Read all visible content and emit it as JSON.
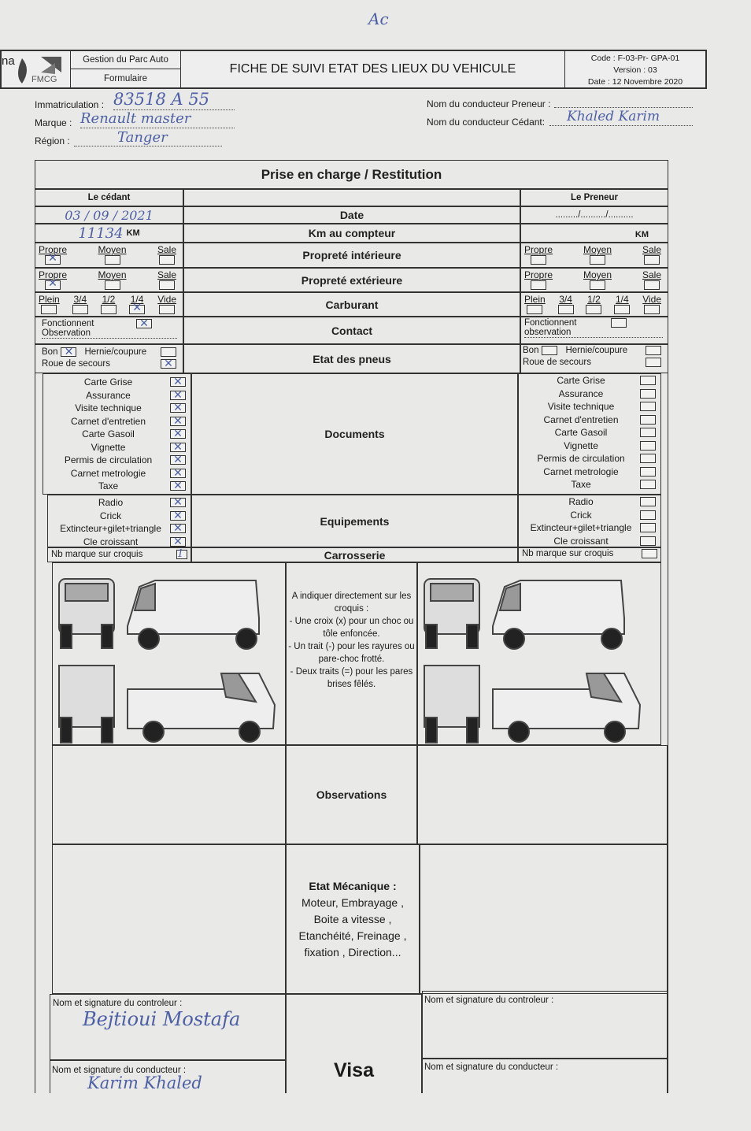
{
  "top_mark": "Ac",
  "header": {
    "logo_text": "FMCG",
    "logo_partial": "na",
    "dept": "Gestion du Parc Auto",
    "type": "Formulaire",
    "title": "FICHE DE SUIVI ETAT DES LIEUX DU VEHICULE",
    "code": "Code : F-03-Pr- GPA-01",
    "version": "Version : 03",
    "date": "Date : 12 Novembre 2020"
  },
  "vehicle": {
    "immat_label": "Immatriculation :",
    "immat_value": "83518 A 55",
    "marque_label": "Marque :",
    "marque_value": "Renault master",
    "region_label": "Région :",
    "region_value": "Tanger",
    "preneur_label": "Nom du conducteur Preneur :",
    "preneur_value": "",
    "cedant_label": "Nom du conducteur Cédant:",
    "cedant_value": "Khaled Karim"
  },
  "table": {
    "title": "Prise en charge / Restitution",
    "left_header": "Le cédant",
    "right_header": "Le Preneur",
    "rows": {
      "date": "Date",
      "km": "Km au compteur",
      "prop_int": "Propreté intérieure",
      "prop_ext": "Propreté extérieure",
      "carburant": "Carburant",
      "contact": "Contact",
      "pneus": "Etat des pneus",
      "documents": "Documents",
      "equipements": "Equipements",
      "carrosserie": "Carrosserie"
    },
    "left": {
      "date": "03 / 09 / 2021",
      "km_value": "11134",
      "km_unit": "KM",
      "observation": "Observation"
    },
    "right": {
      "date": "........./........../..........",
      "km_unit": "KM",
      "observation": "observation"
    },
    "clean_options": [
      "Propre",
      "Moyen",
      "Sale"
    ],
    "fuel_options": [
      "Plein",
      "3/4",
      "1/2",
      "1/4",
      "Vide"
    ],
    "fonctionnent": "Fonctionnent",
    "tyre": {
      "bon": "Bon",
      "hernie": "Hernie/coupure",
      "roue": "Roue de secours"
    },
    "left_checks": {
      "prop_int": [
        true,
        false,
        false
      ],
      "prop_ext": [
        true,
        false,
        false
      ],
      "fuel": [
        false,
        false,
        false,
        true,
        false
      ],
      "contact": true,
      "bon": true,
      "hernie": false,
      "roue": true
    },
    "documents": [
      {
        "label": "Carte Grise",
        "left": true
      },
      {
        "label": "Assurance",
        "left": true
      },
      {
        "label": "Visite technique",
        "left": true
      },
      {
        "label": "Carnet d'entretien",
        "left": true
      },
      {
        "label": "Carte Gasoil",
        "left": true
      },
      {
        "label": "Vignette",
        "left": true
      },
      {
        "label": "Permis de circulation",
        "left": true
      },
      {
        "label": "Carnet metrologie",
        "left": true
      },
      {
        "label": "Taxe",
        "left": true
      }
    ],
    "equipements": [
      {
        "label": "Radio",
        "left": true
      },
      {
        "label": "Crick",
        "left": true
      },
      {
        "label": "Extincteur+gilet+triangle",
        "left": true
      },
      {
        "label": "Cle croissant",
        "left": true
      }
    ],
    "nb_marque": "Nb marque sur croquis",
    "nb_marque_left": "1",
    "croquis_instructions": [
      "A indiquer directement sur les croquis :",
      "- Une croix (x) pour un choc ou tôle enfoncée.",
      "- Un trait (-) pour les rayures ou pare-choc frotté.",
      "- Deux traits (=) pour les pares brises fêlés."
    ],
    "observations": "Observations",
    "etat_mecanique_title": "Etat Mécanique :",
    "etat_mecanique_body": "Moteur, Embrayage , Boite a vitesse , Etanchéité, Freinage , fixation , Direction...",
    "sig_controleur": "Nom et signature du controleur :",
    "sig_conducteur": "Nom et signature du conducteur :",
    "sig_controleur_value": "Bejtioui Mostafa",
    "sig_conducteur_value": "Karim Khaled",
    "visa": "Visa"
  }
}
